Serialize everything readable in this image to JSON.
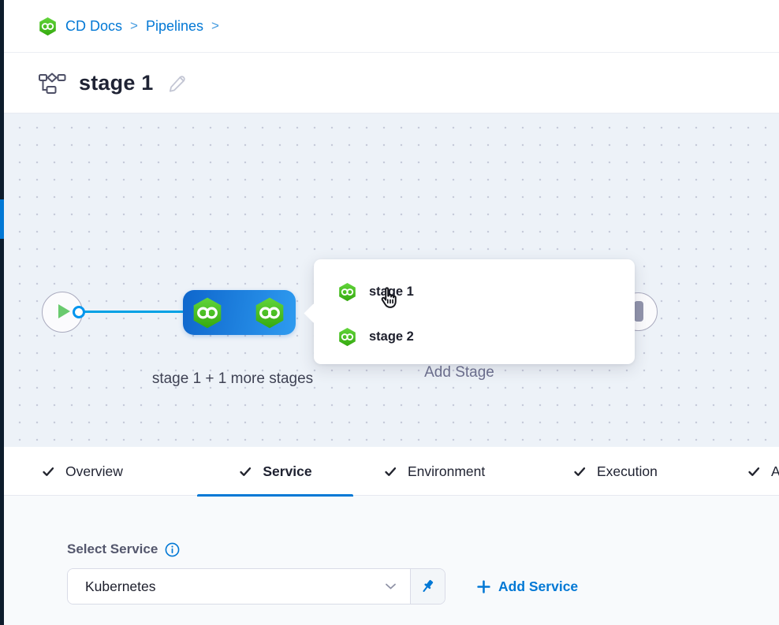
{
  "colors": {
    "accent_blue": "#0278d5",
    "edge_blue": "#00a1e4",
    "node_blue_start": "#0e66cc",
    "node_blue_end": "#2e9bf0",
    "hex_green_light": "#62d53b",
    "hex_green_dark": "#35a90f",
    "strip_dark": "#0d1c2c",
    "canvas_bg": "#edf2f8"
  },
  "breadcrumb": {
    "separator": ">",
    "items": [
      {
        "label": "CD Docs"
      },
      {
        "label": "Pipelines"
      }
    ]
  },
  "header": {
    "title": "stage 1"
  },
  "canvas": {
    "stage_label": "stage 1 + 1 more stages",
    "add_stage_label": "Add Stage",
    "popup": {
      "items": [
        {
          "label": "stage 1"
        },
        {
          "label": "stage 2"
        }
      ]
    }
  },
  "tabs": {
    "items": [
      {
        "label": "Overview",
        "active": false
      },
      {
        "label": "Service",
        "active": true
      },
      {
        "label": "Environment",
        "active": false
      },
      {
        "label": "Execution",
        "active": false
      },
      {
        "label": "Advanced",
        "active": false
      }
    ]
  },
  "service": {
    "label": "Select Service",
    "selected_value": "Kubernetes",
    "add_label": "Add Service"
  }
}
